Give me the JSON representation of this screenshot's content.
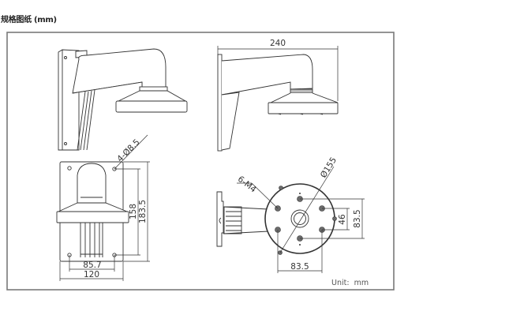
{
  "header": {
    "title": "规格图纸 (mm)"
  },
  "drawing": {
    "views": [
      {
        "name": "perspective-view"
      },
      {
        "name": "side-view",
        "dimensions": {
          "width": "240"
        }
      },
      {
        "name": "front-view",
        "dimensions": {
          "hole_spec": "4-Ø8.5",
          "hole_spacing_vertical": "158",
          "height": "183.5",
          "hole_spacing_horizontal": "85.7",
          "width": "120"
        }
      },
      {
        "name": "bottom-view",
        "dimensions": {
          "screw_spec": "6-M4",
          "diameter": "Ø155",
          "inner_spacing": "46",
          "outer_spacing_vertical": "83.5",
          "outer_spacing_horizontal": "83.5"
        }
      }
    ],
    "unit_label": "Unit:  mm",
    "colors": {
      "line": "#333333",
      "frame": "#7a7a7a",
      "hole_fill": "#6b6b6b"
    }
  }
}
